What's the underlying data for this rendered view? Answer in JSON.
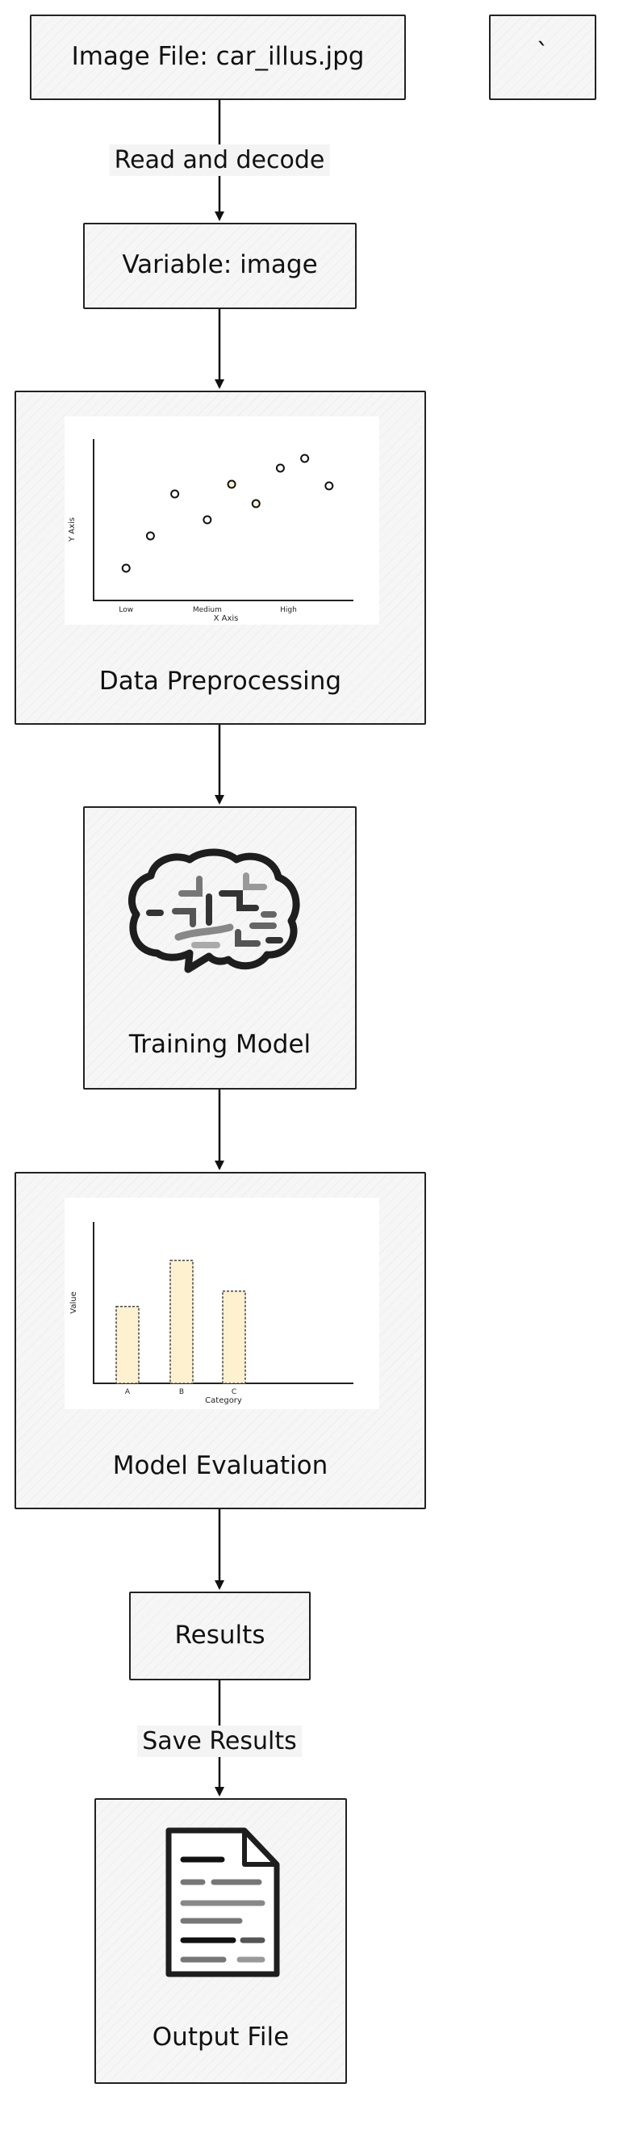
{
  "nodes": {
    "image_file": "Image File: car_illus.jpg",
    "side_box": "`",
    "variable": "Variable: image",
    "preprocessing": "Data Preprocessing",
    "training": "Training Model",
    "evaluation": "Model Evaluation",
    "results": "Results",
    "output": "Output File"
  },
  "edges": {
    "read_decode": "Read and decode",
    "save_results": "Save Results"
  },
  "chart_data": [
    {
      "type": "scatter",
      "title": "",
      "xlabel": "X Axis",
      "ylabel": "Y Axis",
      "x_categories": [
        "Low",
        "Medium",
        "High"
      ],
      "points": [
        {
          "x": 0.0,
          "y": 1.0,
          "color": "#ffffff"
        },
        {
          "x": 0.3,
          "y": 2.0,
          "color": "#ffffff"
        },
        {
          "x": 0.6,
          "y": 3.3,
          "color": "#ffffff"
        },
        {
          "x": 1.0,
          "y": 2.5,
          "color": "#ffffff"
        },
        {
          "x": 1.3,
          "y": 3.6,
          "color": "#fbf3d2"
        },
        {
          "x": 1.6,
          "y": 3.0,
          "color": "#fbf3d2"
        },
        {
          "x": 1.9,
          "y": 4.1,
          "color": "#ffffff"
        },
        {
          "x": 2.2,
          "y": 4.4,
          "color": "#ffffff"
        },
        {
          "x": 2.5,
          "y": 3.55,
          "color": "#ffffff"
        }
      ],
      "xlim": [
        -0.4,
        2.8
      ],
      "ylim": [
        0,
        5
      ],
      "grid": false
    },
    {
      "type": "bar",
      "title": "",
      "xlabel": "Category",
      "ylabel": "Value",
      "categories": [
        "A",
        "B",
        "C"
      ],
      "values": [
        5,
        8,
        6
      ],
      "ylim": [
        0,
        10.5
      ],
      "bar_color": "#fdf1cf",
      "grid": false
    }
  ],
  "colors": {
    "box_fill": "#f6f6f6",
    "stroke": "#222222",
    "highlight": "#fbf3d2"
  },
  "icons": {
    "brain": "brain-icon",
    "document": "document-icon"
  }
}
